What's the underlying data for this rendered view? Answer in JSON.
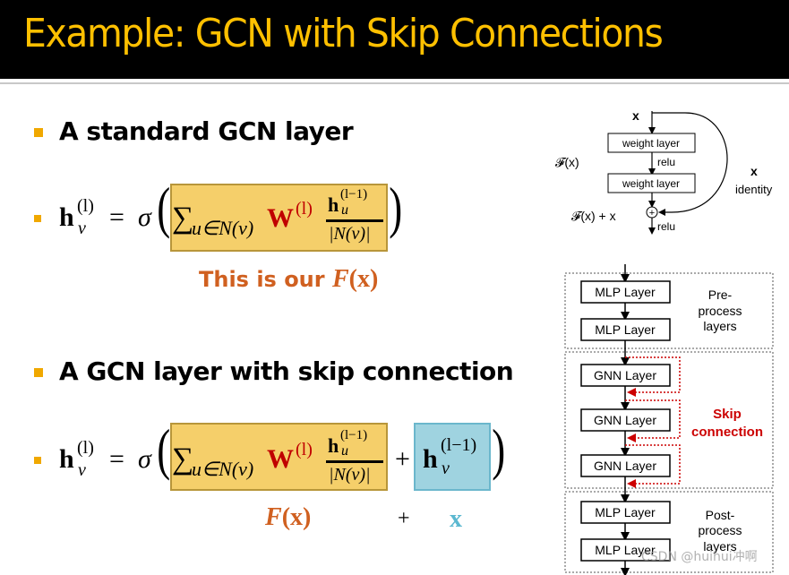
{
  "slide": {
    "title": "Example: GCN with Skip  Connections",
    "colors": {
      "title_bg": "#000000",
      "title_text": "#ffc000",
      "bullet": "#f0a800",
      "f_box": "#f5cf6a",
      "x_box": "#9fd3e0",
      "weight_red": "#c00000",
      "fx_orange": "#d06020",
      "x_blue": "#5bb8d0",
      "skip_red": "#cc0000"
    }
  },
  "section1": {
    "heading": "A standard GCN layer",
    "equation": {
      "lhs_h": "h",
      "lhs_sup": "(l)",
      "lhs_sub": "v",
      "equals": "=",
      "sigma": "σ",
      "open_paren": "(",
      "close_paren": ")",
      "sum": "∑",
      "sum_sub": "u∈N(v)",
      "W": "W",
      "W_sup": "(l)",
      "num_h": "h",
      "num_sup": "(l−1)",
      "num_sub": "u",
      "denominator": "|N(v)|"
    },
    "annotation_prefix": "This is our ",
    "annotation_F": "F",
    "annotation_x": "(x)"
  },
  "section2": {
    "heading": "A GCN layer with skip connection",
    "equation": {
      "lhs_h": "h",
      "lhs_sup": "(l)",
      "lhs_sub": "v",
      "equals": "=",
      "sigma": "σ",
      "open_paren": "(",
      "close_paren": ")",
      "sum": "∑",
      "sum_sub": "u∈N(v)",
      "W": "W",
      "W_sup": "(l)",
      "num_h": "h",
      "num_sup": "(l−1)",
      "num_sub": "u",
      "denominator": "|N(v)|",
      "plus": "+",
      "skip_h": "h",
      "skip_sup": "(l−1)",
      "skip_sub": "v"
    },
    "annotation_F": "F",
    "annotation_Fx": "(x)",
    "annotation_plus": "+",
    "annotation_x": "x"
  },
  "resnet_diagram": {
    "input_label": "x",
    "layer1": "weight layer",
    "relu1": "relu",
    "layer2": "weight layer",
    "fx_label": "𝓕(x)",
    "sum_label": "𝓕(x) + x",
    "relu2": "relu",
    "identity_x": "x",
    "identity_label": "identity",
    "plus_symbol": "+"
  },
  "gnn_diagram": {
    "pre_layers": [
      "MLP Layer",
      "MLP Layer"
    ],
    "pre_label": [
      "Pre-",
      "process",
      "layers"
    ],
    "gnn_layers": [
      "GNN Layer",
      "GNN Layer",
      "GNN Layer"
    ],
    "skip_label": [
      "Skip",
      "connection"
    ],
    "post_layers": [
      "MLP Layer",
      "MLP Layer"
    ],
    "post_label": [
      "Post-",
      "process",
      "layers"
    ]
  },
  "watermark": "CSDN @huihui冲啊"
}
